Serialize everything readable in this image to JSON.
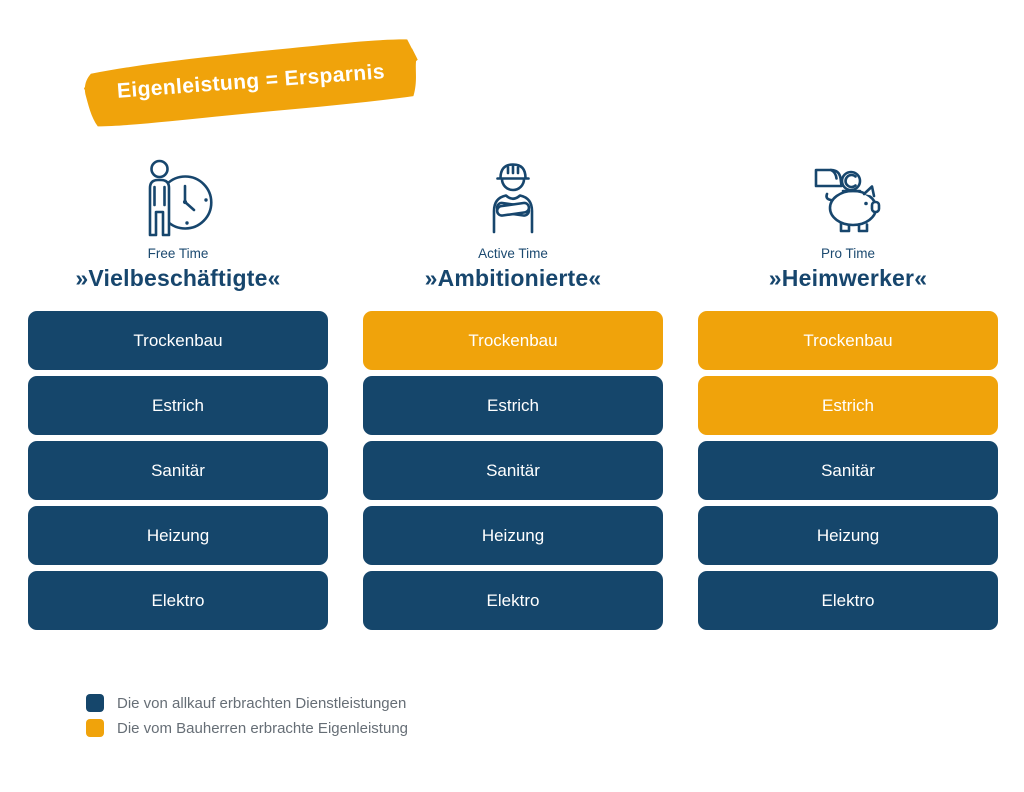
{
  "banner": {
    "label": "Eigenleistung = Ersparnis"
  },
  "colors": {
    "navy": "#15466b",
    "orange": "#f0a30b",
    "bar_text": "#ffffff",
    "legend_text": "#666e76",
    "title_text": "#17466d"
  },
  "columns": [
    {
      "icon": "person-clock-icon",
      "subtitle": "Free Time",
      "title": "»Vielbeschäftigte«",
      "bars": [
        {
          "label": "Trockenbau",
          "type": "service"
        },
        {
          "label": "Estrich",
          "type": "service"
        },
        {
          "label": "Sanitär",
          "type": "service"
        },
        {
          "label": "Heizung",
          "type": "service"
        },
        {
          "label": "Elektro",
          "type": "service"
        }
      ]
    },
    {
      "icon": "worker-icon",
      "subtitle": "Active Time",
      "title": "»Ambitionierte«",
      "bars": [
        {
          "label": "Trockenbau",
          "type": "own"
        },
        {
          "label": "Estrich",
          "type": "service"
        },
        {
          "label": "Sanitär",
          "type": "service"
        },
        {
          "label": "Heizung",
          "type": "service"
        },
        {
          "label": "Elektro",
          "type": "service"
        }
      ]
    },
    {
      "icon": "piggy-bank-icon",
      "subtitle": "Pro Time",
      "title": "»Heimwerker«",
      "bars": [
        {
          "label": "Trockenbau",
          "type": "own"
        },
        {
          "label": "Estrich",
          "type": "own"
        },
        {
          "label": "Sanitär",
          "type": "service"
        },
        {
          "label": "Heizung",
          "type": "service"
        },
        {
          "label": "Elektro",
          "type": "service"
        }
      ]
    }
  ],
  "legend": {
    "items": [
      {
        "swatch": "service",
        "color": "#15466b",
        "label": "Die von allkauf erbrachten Dienstleistungen"
      },
      {
        "swatch": "own",
        "color": "#f0a30b",
        "label": "Die vom Bauherren erbrachte Eigenleistung"
      }
    ]
  }
}
